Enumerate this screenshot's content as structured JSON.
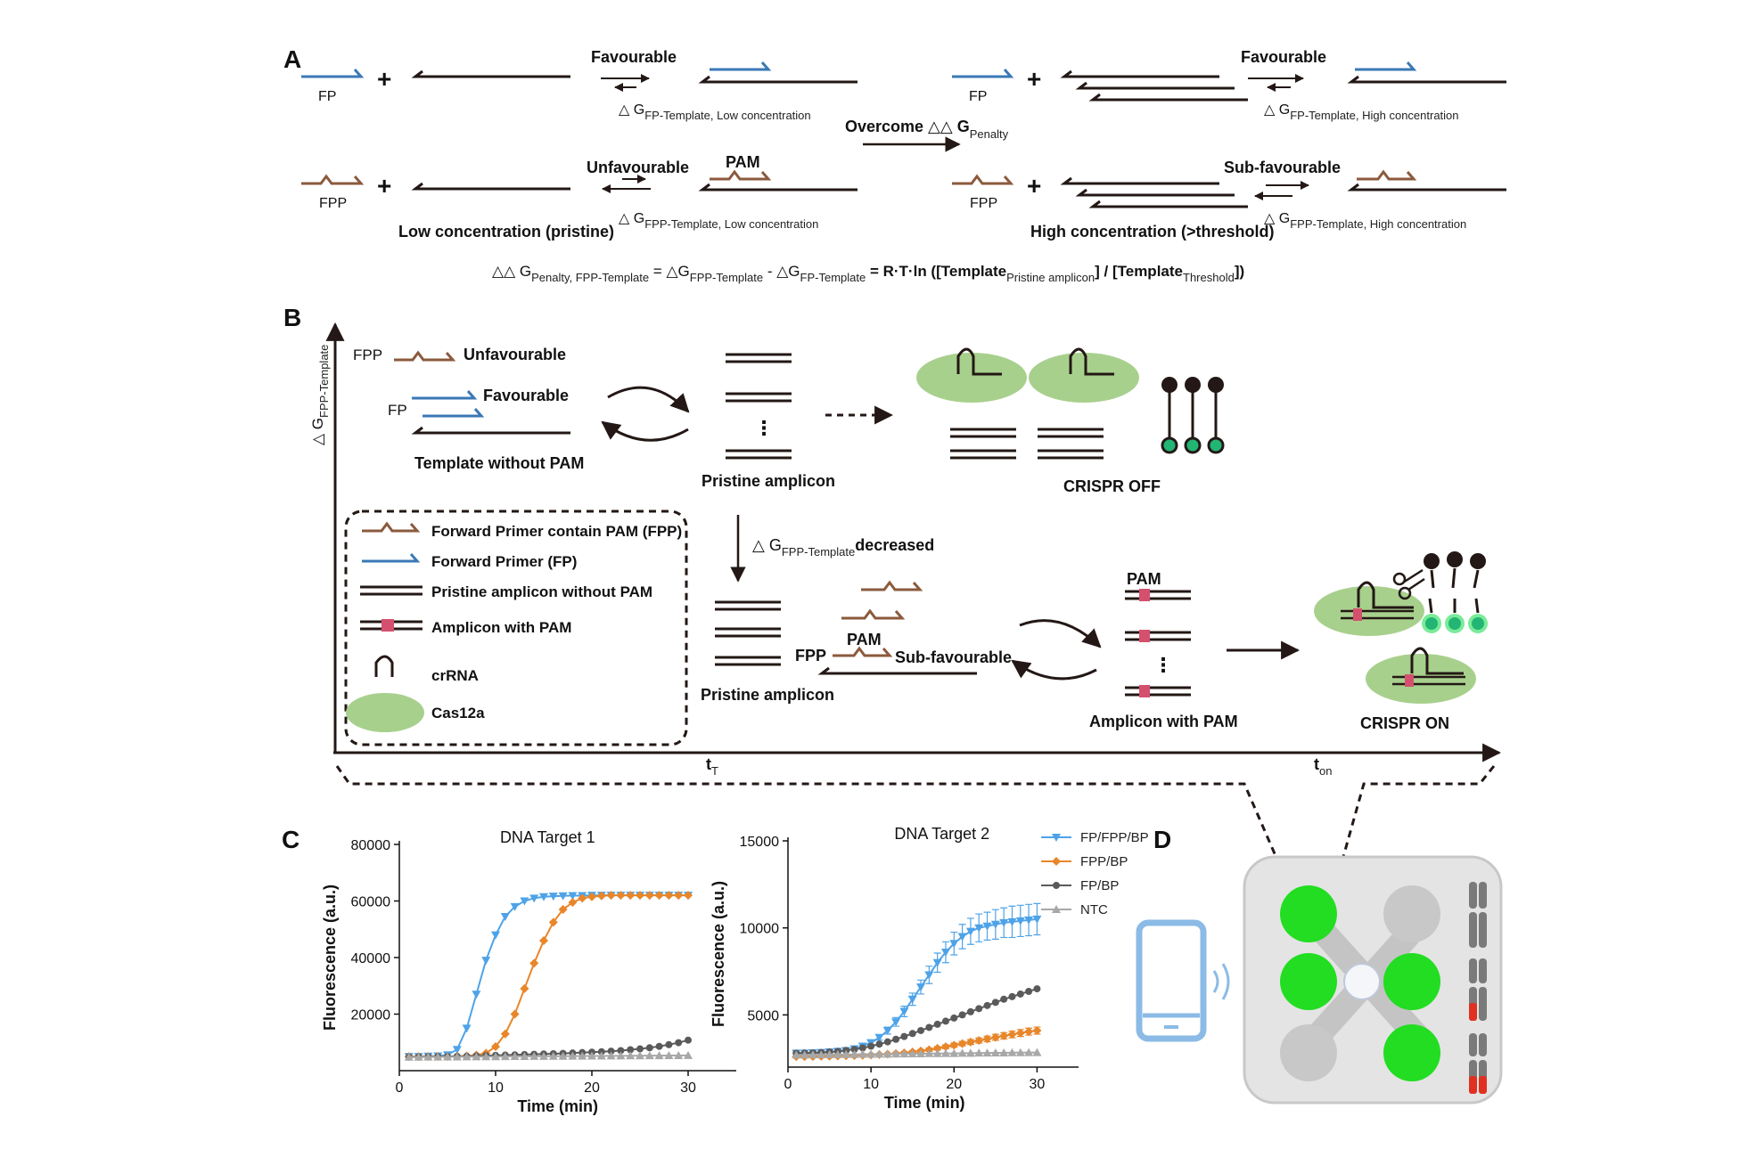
{
  "panels": {
    "a": "A",
    "b": "B",
    "c": "C",
    "d": "D"
  },
  "panel_a": {
    "fp": "FP",
    "fpp": "FPP",
    "plus": "+",
    "favourable": "Favourable",
    "unfavourable": "Unfavourable",
    "sub_favourable": "Sub-favourable",
    "pam": "PAM",
    "dg_prefix": "△ G",
    "dg_fp_low_sub": "FP-Template, Low concentration",
    "dg_fp_high_sub": "FP-Template, High concentration",
    "dg_fpp_low_sub": "FPP-Template, Low concentration",
    "dg_fpp_high_sub": "FPP-Template, High concentration",
    "overcome": "Overcome △△ G",
    "overcome_sub": "Penalty",
    "low_conc": "Low concentration (pristine)",
    "high_conc": "High concentration (>threshold)",
    "eq_1": "△△ G",
    "eq_1_sub": "Penalty, FPP-Template",
    "eq_2": " = △G",
    "eq_2_sub": "FPP-Template",
    "eq_3": " - △G",
    "eq_3_sub": "FP-Template",
    "eq_4": " = R·T·ln ([Template",
    "eq_4_sub": "Pristine amplicon",
    "eq_5": "] / [Template",
    "eq_5_sub": "Threshold",
    "eq_6": "])"
  },
  "panel_b": {
    "y_axis": "△ G",
    "y_axis_sub": "FPP-Template",
    "fpp": "FPP",
    "fp": "FP",
    "unfavourable": "Unfavourable",
    "favourable": "Favourable",
    "template_no_pam": "Template without PAM",
    "pristine_amplicon": "Pristine amplicon",
    "pristine_amplicon_2": "Pristine amplicon",
    "crispr_off": "CRISPR OFF",
    "crispr_on": "CRISPR ON",
    "dg_dec_prefix": "△ G",
    "dg_dec_sub": "FPP-Template",
    "dg_dec_suffix": "decreased",
    "pam": "PAM",
    "pam_2": "PAM",
    "sub_favourable": "Sub-favourable",
    "amplicon_with_pam": "Amplicon with PAM",
    "dots": "⋮",
    "t_t": "t",
    "t_t_sub": "T",
    "t_on": "t",
    "t_on_sub": "on",
    "legend": [
      {
        "key": "fpp",
        "label": "Forward Primer contain PAM (FPP)"
      },
      {
        "key": "fp",
        "label": "Forward Primer (FP)"
      },
      {
        "key": "pristine",
        "label": "Pristine amplicon without PAM"
      },
      {
        "key": "amplicon_pam",
        "label": "Amplicon with PAM"
      },
      {
        "key": "crrna",
        "label": "crRNA"
      },
      {
        "key": "cas12a",
        "label": "Cas12a"
      }
    ]
  },
  "colors": {
    "fp": "#3a78b5",
    "fpp": "#8b5a3c",
    "dna": "#231815",
    "cas": "#a8d08d",
    "pam": "#d4506e",
    "fluor": "#22b573",
    "s1": "#4ea3e8",
    "s2": "#e8862a",
    "s3": "#5a5a5a",
    "s4": "#a8a8a8",
    "device_green": "#22dd22",
    "device_grey": "#c8c8c8",
    "phone": "#8bbbe6"
  },
  "chart_data": [
    {
      "type": "line",
      "title": "DNA Target 1",
      "xlabel": "Time (min)",
      "ylabel": "Fluorescence (a.u.)",
      "xlim": [
        0,
        35
      ],
      "ylim": [
        0,
        80000
      ],
      "xticks": [
        0,
        10,
        20,
        30
      ],
      "yticks": [
        20000,
        40000,
        60000,
        80000
      ],
      "x": [
        1,
        2,
        3,
        4,
        5,
        6,
        7,
        8,
        9,
        10,
        11,
        12,
        13,
        14,
        15,
        16,
        17,
        18,
        19,
        20,
        21,
        22,
        23,
        24,
        25,
        26,
        27,
        28,
        29,
        30
      ],
      "series": [
        {
          "name": "FP/FPP/BP",
          "color": "#4ea3e8",
          "marker": "triangle-down",
          "values": [
            5000,
            5000,
            5100,
            5200,
            5600,
            7500,
            15000,
            27000,
            39000,
            48000,
            54500,
            58000,
            60000,
            61000,
            61500,
            61700,
            61800,
            61900,
            61900,
            62000,
            62000,
            62000,
            62000,
            62000,
            62000,
            62000,
            62000,
            62000,
            62000,
            62000
          ]
        },
        {
          "name": "FPP/BP",
          "color": "#e8862a",
          "marker": "diamond",
          "values": [
            5000,
            5000,
            5000,
            5000,
            5000,
            5100,
            5200,
            5500,
            6200,
            8500,
            13000,
            20000,
            29000,
            38000,
            46000,
            52500,
            57000,
            59500,
            61000,
            61500,
            61800,
            62000,
            62000,
            62000,
            62000,
            62000,
            62000,
            62000,
            62000,
            62000
          ]
        },
        {
          "name": "FP/BP",
          "color": "#5a5a5a",
          "marker": "circle",
          "values": [
            4800,
            4850,
            4900,
            4950,
            5000,
            5050,
            5100,
            5200,
            5300,
            5400,
            5500,
            5600,
            5700,
            5800,
            5900,
            6000,
            6100,
            6250,
            6400,
            6550,
            6700,
            6900,
            7100,
            7400,
            7700,
            8100,
            8600,
            9200,
            9900,
            10800
          ]
        },
        {
          "name": "NTC",
          "color": "#a8a8a8",
          "marker": "triangle-up",
          "values": [
            4800,
            4820,
            4840,
            4860,
            4880,
            4900,
            4920,
            4940,
            4960,
            4980,
            5000,
            5020,
            5040,
            5060,
            5080,
            5100,
            5120,
            5140,
            5160,
            5180,
            5200,
            5220,
            5240,
            5260,
            5280,
            5300,
            5320,
            5340,
            5360,
            5380
          ]
        }
      ]
    },
    {
      "type": "line",
      "title": "DNA Target 2",
      "xlabel": "Time (min)",
      "ylabel": "Fluorescence (a.u.)",
      "xlim": [
        0,
        35
      ],
      "ylim": [
        2000,
        15000
      ],
      "xticks": [
        0,
        10,
        20,
        30
      ],
      "yticks": [
        5000,
        10000,
        15000
      ],
      "legend": "top-right",
      "x": [
        1,
        2,
        3,
        4,
        5,
        6,
        7,
        8,
        9,
        10,
        11,
        12,
        13,
        14,
        15,
        16,
        17,
        18,
        19,
        20,
        21,
        22,
        23,
        24,
        25,
        26,
        27,
        28,
        29,
        30
      ],
      "series": [
        {
          "name": "FP/FPP/BP",
          "color": "#4ea3e8",
          "marker": "triangle-down",
          "values": [
            2800,
            2800,
            2820,
            2840,
            2870,
            2900,
            2950,
            3050,
            3200,
            3400,
            3700,
            4100,
            4600,
            5200,
            5900,
            6600,
            7300,
            8000,
            8600,
            9100,
            9500,
            9800,
            10000,
            10100,
            10200,
            10300,
            10350,
            10400,
            10450,
            10500
          ],
          "errors": [
            50,
            50,
            50,
            50,
            50,
            50,
            60,
            70,
            80,
            100,
            150,
            200,
            250,
            300,
            350,
            400,
            500,
            550,
            600,
            650,
            700,
            750,
            800,
            800,
            850,
            850,
            900,
            900,
            900,
            900
          ]
        },
        {
          "name": "FPP/BP",
          "color": "#e8862a",
          "marker": "diamond",
          "values": [
            2600,
            2600,
            2610,
            2620,
            2630,
            2640,
            2650,
            2660,
            2680,
            2700,
            2720,
            2750,
            2780,
            2820,
            2870,
            2930,
            3000,
            3080,
            3170,
            3260,
            3350,
            3440,
            3530,
            3620,
            3710,
            3800,
            3880,
            3960,
            4040,
            4100
          ],
          "errors": [
            30,
            30,
            30,
            30,
            30,
            30,
            30,
            30,
            30,
            30,
            40,
            40,
            50,
            60,
            70,
            80,
            90,
            100,
            110,
            120,
            130,
            140,
            150,
            160,
            170,
            180,
            190,
            200,
            200,
            200
          ]
        },
        {
          "name": "FP/BP",
          "color": "#5a5a5a",
          "marker": "circle",
          "values": [
            2800,
            2810,
            2820,
            2840,
            2870,
            2910,
            2960,
            3020,
            3100,
            3200,
            3320,
            3450,
            3600,
            3760,
            3930,
            4100,
            4280,
            4460,
            4640,
            4820,
            5000,
            5180,
            5360,
            5540,
            5720,
            5900,
            6050,
            6200,
            6350,
            6500
          ]
        },
        {
          "name": "NTC",
          "color": "#a8a8a8",
          "marker": "triangle-up",
          "values": [
            2700,
            2700,
            2710,
            2710,
            2720,
            2720,
            2730,
            2730,
            2740,
            2740,
            2750,
            2750,
            2760,
            2760,
            2770,
            2770,
            2780,
            2780,
            2790,
            2790,
            2800,
            2800,
            2810,
            2810,
            2820,
            2820,
            2830,
            2830,
            2840,
            2840
          ]
        }
      ]
    }
  ]
}
